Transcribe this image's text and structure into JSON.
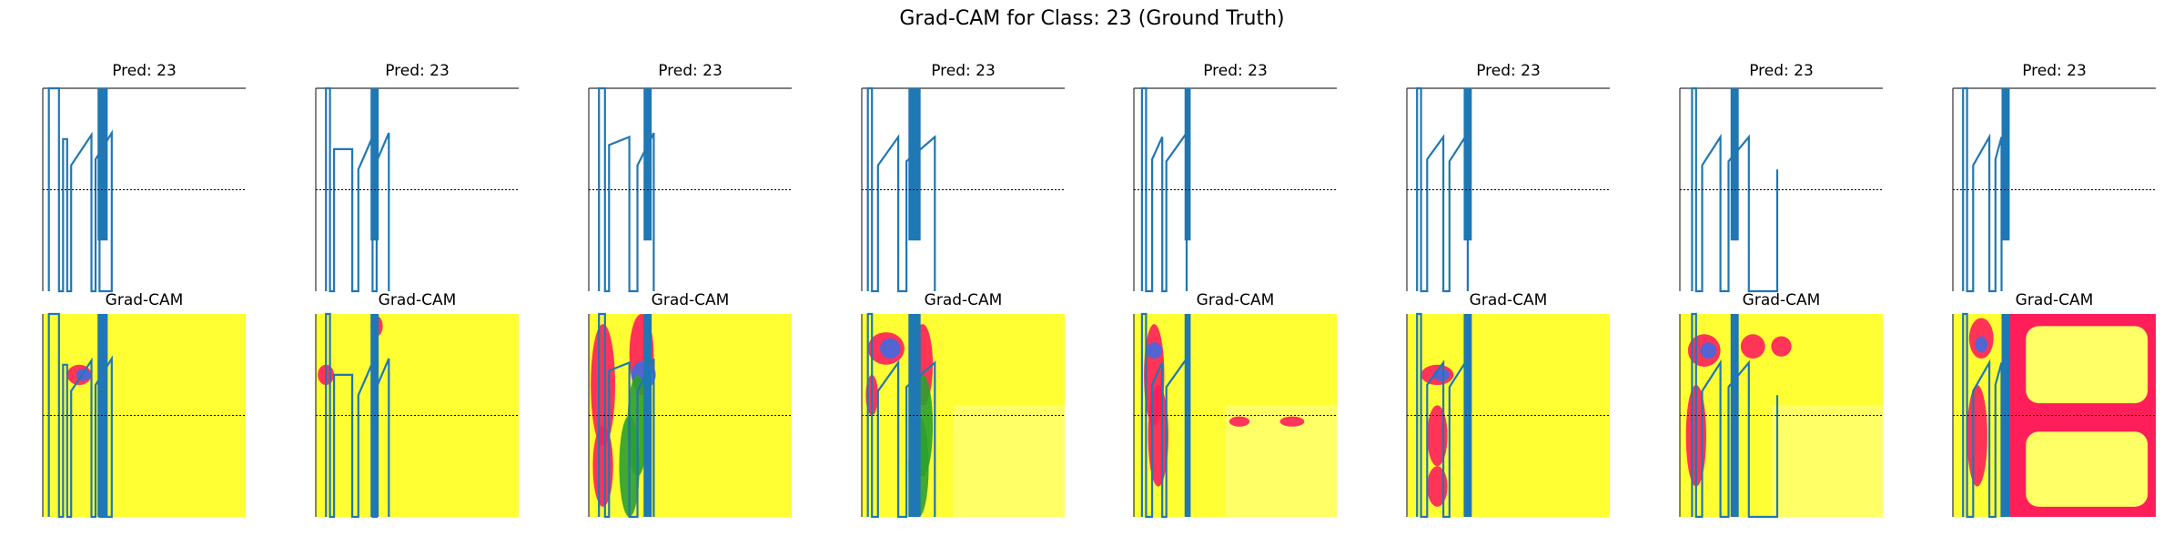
{
  "suptitle": "Grad-CAM for Class: 23 (Ground Truth)",
  "colors": {
    "signal": "#1f77b4",
    "cam_bg": "#ffff33",
    "cam_hot": "#ff1e5a",
    "cam_mid": "#2ca02c",
    "cam_blue": "#4169e1",
    "cam_pale": "#ffff66",
    "threshold": "#000000"
  },
  "chart_data": [
    {
      "type": "line",
      "title": "Pred: 23",
      "cam_title": "Grad-CAM",
      "mid_line": 0.5
    },
    {
      "type": "line",
      "title": "Pred: 23",
      "cam_title": "Grad-CAM",
      "mid_line": 0.5
    },
    {
      "type": "line",
      "title": "Pred: 23",
      "cam_title": "Grad-CAM",
      "mid_line": 0.5
    },
    {
      "type": "line",
      "title": "Pred: 23",
      "cam_title": "Grad-CAM",
      "mid_line": 0.5
    },
    {
      "type": "line",
      "title": "Pred: 23",
      "cam_title": "Grad-CAM",
      "mid_line": 0.5
    },
    {
      "type": "line",
      "title": "Pred: 23",
      "cam_title": "Grad-CAM",
      "mid_line": 0.5
    },
    {
      "type": "line",
      "title": "Pred: 23",
      "cam_title": "Grad-CAM",
      "mid_line": 0.5
    },
    {
      "type": "line",
      "title": "Pred: 23",
      "cam_title": "Grad-CAM",
      "mid_line": 0.5
    }
  ]
}
